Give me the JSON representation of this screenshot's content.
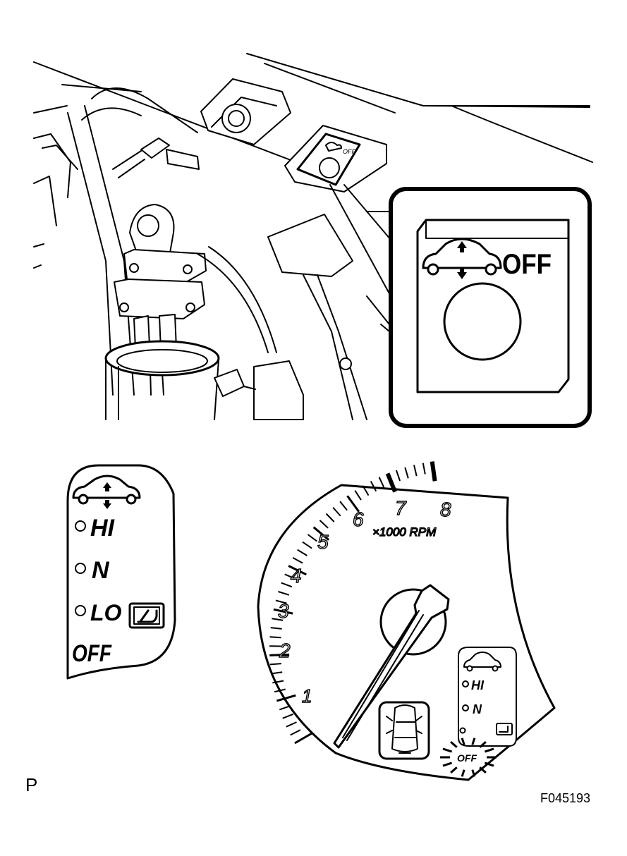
{
  "inset_switch": {
    "off_label": "OFF"
  },
  "indicator_panel": {
    "hi_label": "HI",
    "n_label": "N",
    "lo_label": "LO",
    "off_label": "OFF"
  },
  "tachometer": {
    "scale_labels": [
      "1",
      "2",
      "3",
      "4",
      "5",
      "6",
      "7",
      "8"
    ],
    "unit_label": "×1000 RPM",
    "mini_panel": {
      "hi_label": "HI",
      "n_label": "N",
      "off_label": "OFF"
    }
  },
  "footer": {
    "left_label": "P",
    "figure_code": "F045193"
  }
}
